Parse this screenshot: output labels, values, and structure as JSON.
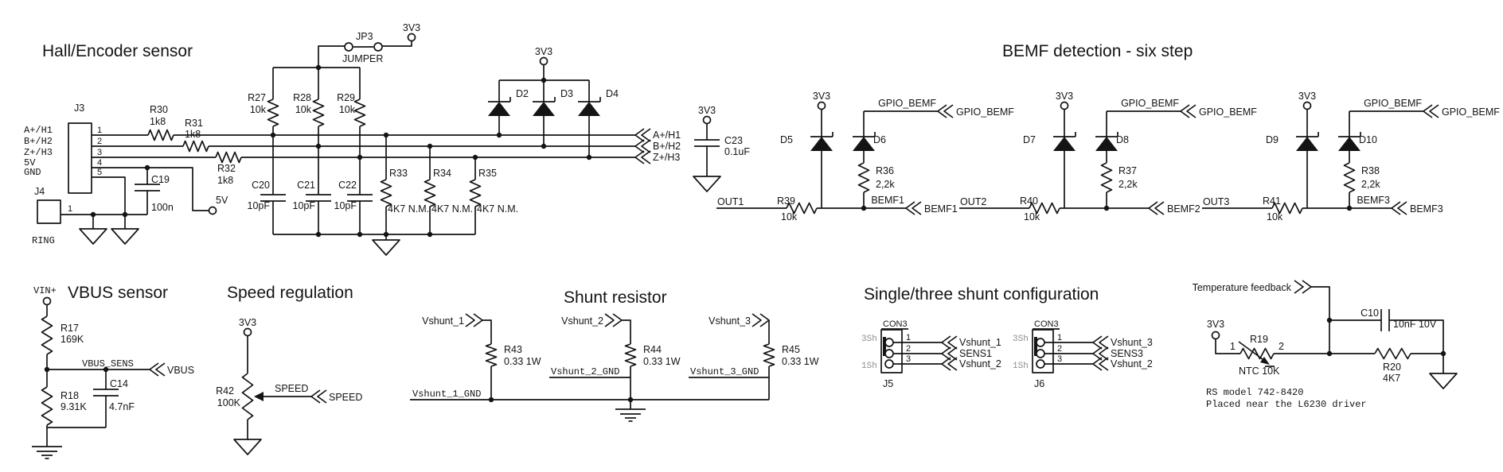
{
  "colors": {
    "ink": "#141414",
    "muted": "#8e8e8e"
  },
  "hall": {
    "title": "Hall/Encoder sensor",
    "j3": {
      "ref": "J3",
      "pin_numbers": [
        "1",
        "2",
        "3",
        "4",
        "5"
      ],
      "pin_names": [
        "A+/H1",
        "B+/H2",
        "Z+/H3",
        "5V",
        "GND"
      ]
    },
    "j4": {
      "ref": "J4",
      "pin": "1",
      "name": "RING"
    },
    "c19": {
      "ref": "C19",
      "value": "100n"
    },
    "rail_5v": "5V",
    "r30": {
      "ref": "R30",
      "value": "1k8"
    },
    "r31": {
      "ref": "R31",
      "value": "1k8"
    },
    "r32": {
      "ref": "R32",
      "value": "1k8"
    },
    "jp3": {
      "ref": "JP3",
      "value": "JUMPER",
      "rail": "3V3"
    },
    "r27": {
      "ref": "R27",
      "value": "10k"
    },
    "r28": {
      "ref": "R28",
      "value": "10k"
    },
    "r29": {
      "ref": "R29",
      "value": "10k"
    },
    "c20": {
      "ref": "C20",
      "value": "10pF"
    },
    "c21": {
      "ref": "C21",
      "value": "10pF"
    },
    "c22": {
      "ref": "C22",
      "value": "10pF"
    },
    "r33": {
      "ref": "R33",
      "value": "4K7 N.M."
    },
    "r34": {
      "ref": "R34",
      "value": "4K7 N.M."
    },
    "r35": {
      "ref": "R35",
      "value": "4K7 N.M."
    },
    "d2": "D2",
    "d3": "D3",
    "d4": "D4",
    "diode_rail": "3V3",
    "ports": [
      "A+/H1",
      "B+/H2",
      "Z+/H3"
    ]
  },
  "bemf": {
    "title": "BEMF detection - six step",
    "c23": {
      "rail": "3V3",
      "ref": "C23",
      "value": "0.1uF"
    },
    "channels": [
      {
        "out": "OUT1",
        "rin_ref": "R39",
        "rin_value": "10k",
        "rail": "3V3",
        "d_clamp": "D5",
        "d_series": "D6",
        "gpio_net": "GPIO_BEMF",
        "gpio_port": "GPIO_BEMF",
        "rp_ref": "R36",
        "rp_value": "2,2k",
        "bemf_net": "BEMF1",
        "bemf_port": "BEMF1"
      },
      {
        "out": "OUT2",
        "rin_ref": "R40",
        "rin_value": "10k",
        "rail": "3V3",
        "d_clamp": "D7",
        "d_series": "D8",
        "gpio_net": "GPIO_BEMF",
        "gpio_port": "GPIO_BEMF",
        "rp_ref": "R37",
        "rp_value": "2,2k",
        "bemf_net": "",
        "bemf_port": "BEMF2"
      },
      {
        "out": "OUT3",
        "rin_ref": "R41",
        "rin_value": "10k",
        "rail": "3V3",
        "d_clamp": "D9",
        "d_series": "D10",
        "gpio_net": "GPIO_BEMF",
        "gpio_port": "GPIO_BEMF",
        "rp_ref": "R38",
        "rp_value": "2,2k",
        "bemf_net": "BEMF3",
        "bemf_port": "BEMF3"
      }
    ]
  },
  "vbus": {
    "title": "VBUS sensor",
    "vin": "VIN+",
    "r17": {
      "ref": "R17",
      "value": "169K"
    },
    "r18": {
      "ref": "R18",
      "value": "9.31K"
    },
    "c14": {
      "ref": "C14",
      "value": "4.7nF"
    },
    "net": "VBUS_SENS",
    "port": "VBUS"
  },
  "speed": {
    "title": "Speed regulation",
    "rail": "3V3",
    "r42": {
      "ref": "R42",
      "value": "100K"
    },
    "net": "SPEED",
    "port": "SPEED"
  },
  "shunt": {
    "title": "Shunt resistor",
    "branches": [
      {
        "port": "Vshunt_1",
        "ref": "R43",
        "value": "0.33 1W",
        "gnd_net": "Vshunt_1_GND"
      },
      {
        "port": "Vshunt_2",
        "ref": "R44",
        "value": "0.33 1W",
        "gnd_net": "Vshunt_2_GND"
      },
      {
        "port": "Vshunt_3",
        "ref": "R45",
        "value": "0.33 1W",
        "gnd_net": "Vshunt_3_GND"
      }
    ]
  },
  "config": {
    "title": "Single/three shunt configuration",
    "j5": {
      "ref": "J5",
      "value": "CON3",
      "mode_top": "3Sh",
      "mode_bottom": "1Sh",
      "pins": [
        "1",
        "2",
        "3"
      ],
      "nets": [
        "Vshunt_1",
        "SENS1",
        "Vshunt_2"
      ]
    },
    "j6": {
      "ref": "J6",
      "value": "CON3",
      "mode_top": "3Sh",
      "mode_bottom": "1Sh",
      "pins": [
        "1",
        "2",
        "3"
      ],
      "nets": [
        "Vshunt_3",
        "SENS3",
        "Vshunt_2"
      ]
    }
  },
  "temp": {
    "port": "Temperature feedback",
    "rail": "3V3",
    "r19": {
      "ref": "R19",
      "value": "NTC 10K",
      "pin1": "1",
      "pin2": "2"
    },
    "c10": {
      "ref": "C10",
      "value": "10nF 10V"
    },
    "r20": {
      "ref": "R20",
      "value": "4K7"
    },
    "note1": "RS model 742-8420",
    "note2": "Placed near the L6230 driver"
  }
}
